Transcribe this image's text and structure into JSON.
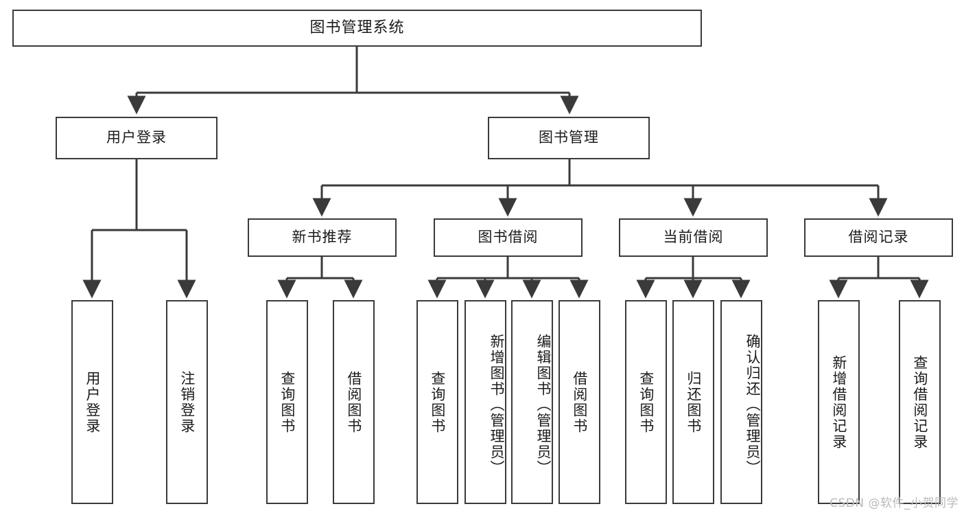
{
  "diagram": {
    "title": "图书管理系统",
    "type": "tree",
    "root": {
      "id": "root",
      "label": "图书管理系统",
      "orientation": "horizontal"
    },
    "level1": [
      {
        "id": "user-login",
        "label": "用户登录",
        "orientation": "horizontal"
      },
      {
        "id": "book-manage",
        "label": "图书管理",
        "orientation": "horizontal"
      }
    ],
    "level2": [
      {
        "id": "new-book-recommend",
        "label": "新书推荐",
        "orientation": "horizontal",
        "parent": "book-manage"
      },
      {
        "id": "book-borrow",
        "label": "图书借阅",
        "orientation": "horizontal",
        "parent": "book-manage"
      },
      {
        "id": "current-borrow",
        "label": "当前借阅",
        "orientation": "horizontal",
        "parent": "book-manage"
      },
      {
        "id": "borrow-record",
        "label": "借阅记录",
        "orientation": "horizontal",
        "parent": "book-manage"
      }
    ],
    "leaves": [
      {
        "id": "leaf-user-login",
        "label": "用户登录",
        "parent": "user-login",
        "orientation": "vertical"
      },
      {
        "id": "leaf-user-logout",
        "label": "注销登录",
        "parent": "user-login",
        "orientation": "vertical"
      },
      {
        "id": "leaf-query-book-1",
        "label": "查询图书",
        "parent": "new-book-recommend",
        "orientation": "vertical"
      },
      {
        "id": "leaf-borrow-book-1",
        "label": "借阅图书",
        "parent": "new-book-recommend",
        "orientation": "vertical"
      },
      {
        "id": "leaf-query-book-2",
        "label": "查询图书",
        "parent": "book-borrow",
        "orientation": "vertical"
      },
      {
        "id": "leaf-add-book",
        "label": "新增图书（管理员）",
        "parent": "book-borrow",
        "orientation": "vertical"
      },
      {
        "id": "leaf-edit-book",
        "label": "编辑图书（管理员）",
        "parent": "book-borrow",
        "orientation": "vertical"
      },
      {
        "id": "leaf-borrow-book-2",
        "label": "借阅图书",
        "parent": "book-borrow",
        "orientation": "vertical"
      },
      {
        "id": "leaf-query-book-3",
        "label": "查询图书",
        "parent": "current-borrow",
        "orientation": "vertical"
      },
      {
        "id": "leaf-return-book",
        "label": "归还图书",
        "parent": "current-borrow",
        "orientation": "vertical"
      },
      {
        "id": "leaf-confirm-return",
        "label": "确认归还（管理员）",
        "parent": "current-borrow",
        "orientation": "vertical"
      },
      {
        "id": "leaf-add-record",
        "label": "新增借阅记录",
        "parent": "borrow-record",
        "orientation": "vertical"
      },
      {
        "id": "leaf-query-record",
        "label": "查询借阅记录",
        "parent": "borrow-record",
        "orientation": "vertical"
      }
    ],
    "colors": {
      "border": "#3a3a3a",
      "text": "#1b1b1b",
      "background": "#ffffff",
      "connector": "#3a3a3a",
      "watermark": "#b9b9b9"
    }
  },
  "watermark": {
    "text": "CSDN @软件_小贺同学"
  }
}
